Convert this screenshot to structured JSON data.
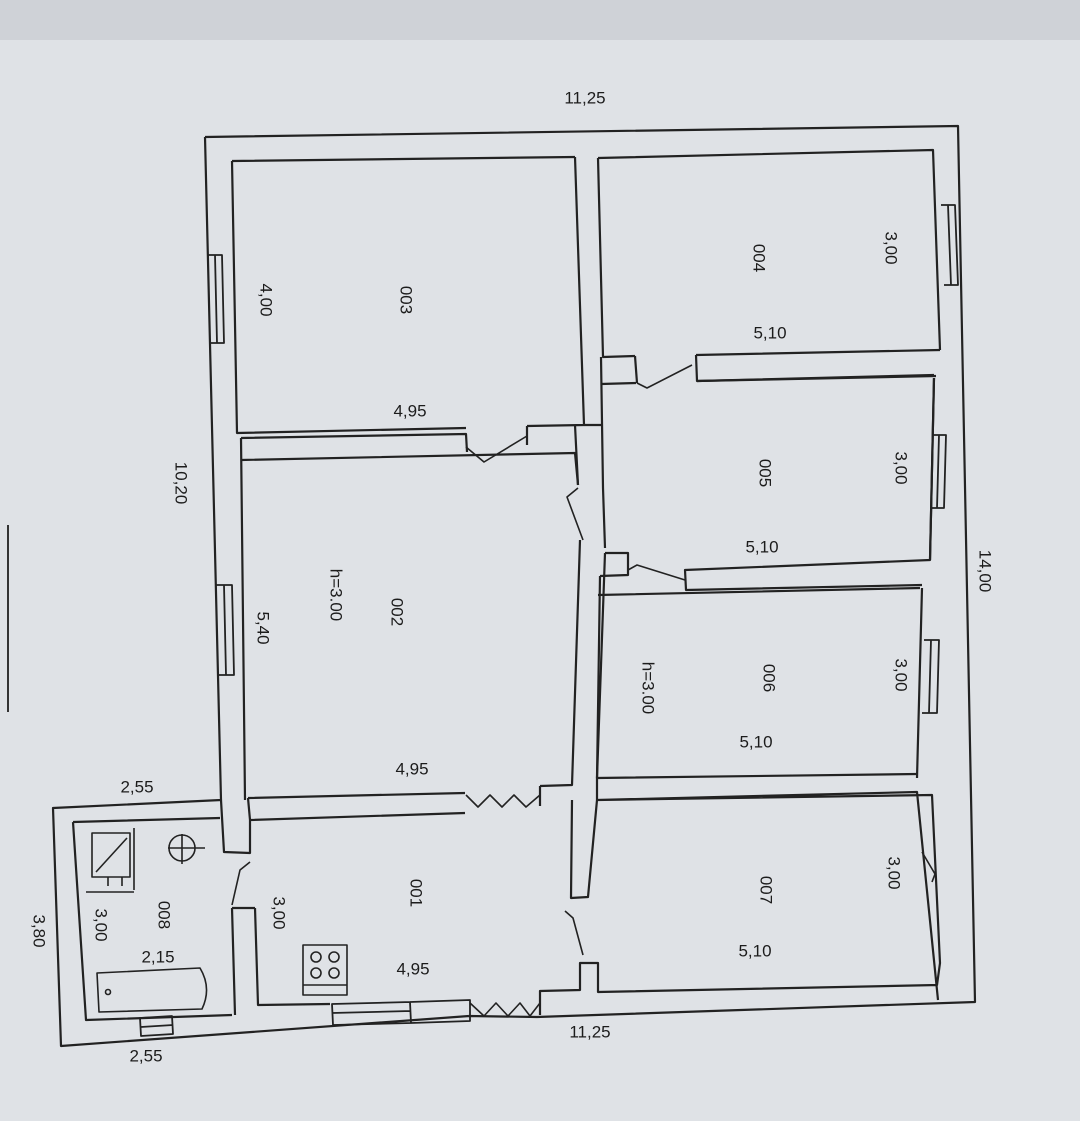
{
  "plan": {
    "overall": {
      "top_width": "11,25",
      "bottom_width": "11,25",
      "left_height": "10,20",
      "right_height": "14,00",
      "annex_top": "2,55",
      "annex_bottom": "2,55",
      "annex_height": "3,80"
    },
    "rooms": [
      {
        "id": "003",
        "width": "4,95",
        "height": "4,00"
      },
      {
        "id": "004",
        "width": "5,10",
        "height": "3,00"
      },
      {
        "id": "005",
        "width": "5,10",
        "height": "3,00"
      },
      {
        "id": "002",
        "width": "4,95",
        "height": "5,40",
        "ceiling": "h=3.00"
      },
      {
        "id": "006",
        "width": "5,10",
        "height": "3,00",
        "ceiling": "h=3.00"
      },
      {
        "id": "001",
        "width": "4,95",
        "height": "3,00"
      },
      {
        "id": "007",
        "width": "5,10",
        "height": "3,00"
      },
      {
        "id": "008",
        "width": "2,15",
        "height": "3,00"
      }
    ],
    "fixtures": [
      "stove-icon",
      "bathtub-icon",
      "washbasin-icon",
      "toilet-icon"
    ]
  }
}
